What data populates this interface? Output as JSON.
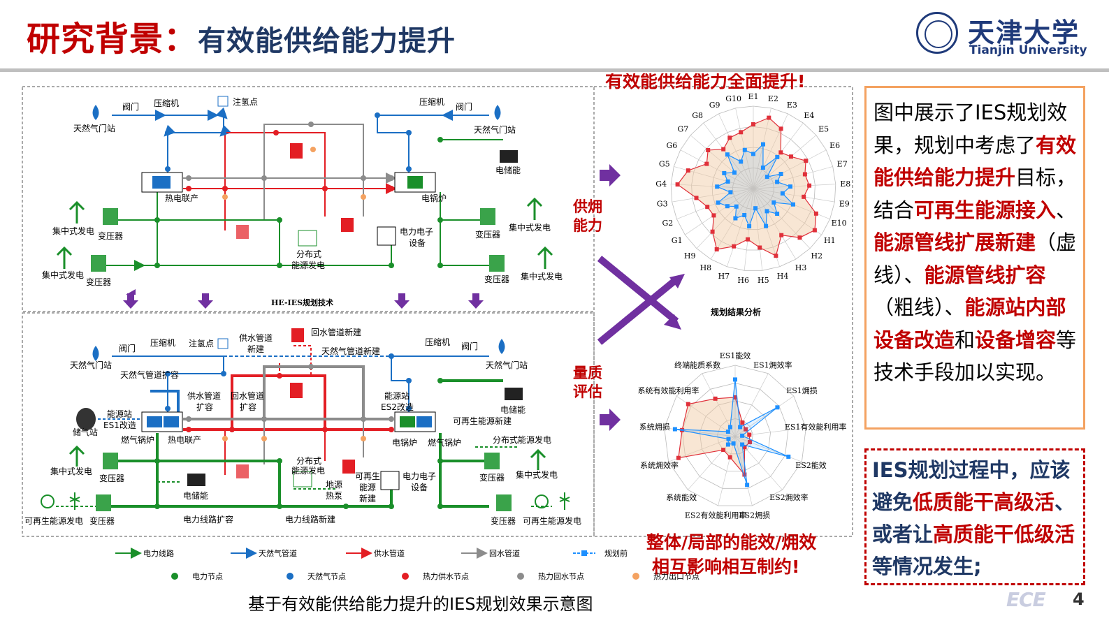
{
  "header": {
    "title_main": "研究背景：",
    "title_sub": "有效能供给能力提升",
    "university_cn": "天津大学",
    "university_en": "Tianjin University"
  },
  "diagram": {
    "top_banner": "有效能供给能力全面提升!",
    "section_divider_label": "HE-IES规划技术",
    "radar_title": "规划结果分析",
    "side_label_1a": "供㶲",
    "side_label_1b": "能力",
    "side_label_2a": "量质",
    "side_label_2b": "评估",
    "bottom_banner_1": "整体/局部的能效/㶲效",
    "bottom_banner_2": "相互影响相互制约!",
    "top_panel": {
      "left_gas_station": "天然气门站",
      "right_gas_station": "天然气门站",
      "valve_left": "阀门",
      "valve_right": "阀门",
      "compressor_left": "压缩机",
      "compressor_right": "压缩机",
      "hydrogen": "注氢点",
      "chp": "热电联产",
      "boiler": "电锅炉",
      "storage": "电储能",
      "power_gen_1": "集中式发电",
      "power_gen_2": "集中式发电",
      "power_gen_3": "集中式发电",
      "power_gen_4": "集中式发电",
      "transformer_1": "变压器",
      "transformer_2": "变压器",
      "transformer_3": "变压器",
      "transformer_4": "变压器",
      "dist_gen_1": "分布式",
      "dist_gen_2": "能源发电",
      "pe_1": "电力电子",
      "pe_2": "设备"
    },
    "bottom_panel": {
      "left_gas_station": "天然气门站",
      "right_gas_station": "天然气门站",
      "valve_left": "阀门",
      "valve_right": "阀门",
      "compressor_left": "压缩机",
      "compressor_right": "压缩机",
      "hydrogen": "注氢点",
      "supply_new_1": "供水管道",
      "supply_new_2": "新建",
      "return_new": "回水管道新建",
      "gas_new": "天然气管道新建",
      "gas_expand": "天然气管道扩容",
      "supply_expand_1": "供水管道",
      "supply_expand_2": "扩容",
      "return_expand_1": "回水管道",
      "return_expand_2": "扩容",
      "es1_1": "能源站",
      "es1_2": "ES1改造",
      "es2_1": "能源站",
      "es2_2": "ES2改造",
      "gas_storage": "储气站",
      "gas_boiler_left": "燃气锅炉",
      "gas_boiler_right": "燃气锅炉",
      "chp": "热电联产",
      "boiler": "电锅炉",
      "storage_1": "电储能",
      "storage_2": "电储能",
      "renew_new": "可再生能源新建",
      "dist_gen_right": "分布式能源发电",
      "dist_gen_1": "分布式",
      "dist_gen_2": "能源发电",
      "geo_1": "地源",
      "geo_2": "热泵",
      "renew_1": "可再生",
      "renew_2": "能源",
      "renew_3": "新建",
      "pe_1": "电力电子",
      "pe_2": "设备",
      "power_gen_left": "集中式发电",
      "power_gen_right": "集中式发电",
      "transformer_1": "变压器",
      "transformer_2": "变压器",
      "transformer_3": "变压器",
      "transformer_4": "变压器",
      "renew_gen_left": "可再生能源发电",
      "renew_gen_right": "可再生能源发电",
      "line_expand": "电力线路扩容",
      "line_new": "电力线路新建"
    },
    "legend": {
      "power_line": "电力线路",
      "gas_pipe": "天然气管道",
      "supply_pipe": "供水管道",
      "return_pipe": "回水管道",
      "before": "规划前",
      "power_node": "电力节点",
      "gas_node": "天然气节点",
      "heat_supply_node": "热力供水节点",
      "heat_return_node": "热力回水节点",
      "heat_other_node": "热力出口节点"
    },
    "colors": {
      "power": "#1a8f2a",
      "gas": "#1b6fc4",
      "supply": "#e31e24",
      "return": "#8c8c8c",
      "heat_node": "#f4a261",
      "arrow": "#7030a0",
      "radar_before": "#1e90ff",
      "radar_after": "#e0303a"
    }
  },
  "radar1": {
    "labels": [
      "E1",
      "E2",
      "E3",
      "E4",
      "E5",
      "E6",
      "E7",
      "E8",
      "E9",
      "E10",
      "H1",
      "H2",
      "H3",
      "H4",
      "H5",
      "H6",
      "H7",
      "H8",
      "H9",
      "G1",
      "G2",
      "G3",
      "G4",
      "G5",
      "G6",
      "G7",
      "G8",
      "G9",
      "G10"
    ],
    "after": [
      0.78,
      0.88,
      0.8,
      0.55,
      0.6,
      0.72,
      0.65,
      0.68,
      0.62,
      0.82,
      0.9,
      0.82,
      0.66,
      0.86,
      0.72,
      0.62,
      0.74,
      0.86,
      0.72,
      0.58,
      0.6,
      0.7,
      0.92,
      0.82,
      0.64,
      0.72,
      0.6,
      0.68,
      0.7
    ],
    "before": [
      0.42,
      0.55,
      0.28,
      0.48,
      0.22,
      0.38,
      0.3,
      0.45,
      0.36,
      0.52,
      0.3,
      0.42,
      0.32,
      0.48,
      0.24,
      0.46,
      0.34,
      0.42,
      0.3,
      0.38,
      0.46,
      0.28,
      0.44,
      0.32,
      0.4,
      0.3,
      0.52,
      0.36,
      0.48
    ]
  },
  "radar2": {
    "labels": [
      "ES1能效",
      "ES1㶲效率",
      "ES1㶲损",
      "ES1有效能利用率",
      "ES2能效",
      "ES2㶲效率",
      "ES2㶲损",
      "ES2有效能利用率",
      "系统能效",
      "系统㶲效率",
      "系统㶲损",
      "系统有效能利用率",
      "终端能质系数"
    ],
    "after": [
      0.55,
      0.22,
      0.18,
      0.2,
      0.22,
      0.2,
      0.55,
      0.3,
      0.25,
      0.85,
      0.75,
      0.8,
      0.6
    ],
    "before": [
      0.8,
      0.15,
      0.72,
      0.1,
      0.8,
      0.15,
      0.7,
      0.1,
      0.15,
      0.1,
      0.85,
      0.12,
      0.15
    ]
  },
  "info": {
    "p1": "图中展示了IES规划效果，规划中考虑了",
    "h1": "有效能供给能力提升",
    "p2": "目标，结合",
    "h2": "可再生能源接入",
    "p3": "、",
    "h3": "能源管线扩展新建",
    "p4": "（虚线）、",
    "h4": "能源管线扩容",
    "p5": "（粗线）、",
    "h5": "能源站内部设备改造",
    "p6": "和",
    "h6": "设备增容",
    "p7": "等技术手段加以实现。"
  },
  "warning": {
    "w1": "IES规划过程中，应该避免",
    "h1": "低质能干高级活",
    "w2": "、或者让",
    "h2": "高质能干低级活",
    "w3": "等情况发生;"
  },
  "caption": "基于有效能供给能力提升的IES规划效果示意图",
  "page_number": "4",
  "footer_logo": "ECE"
}
